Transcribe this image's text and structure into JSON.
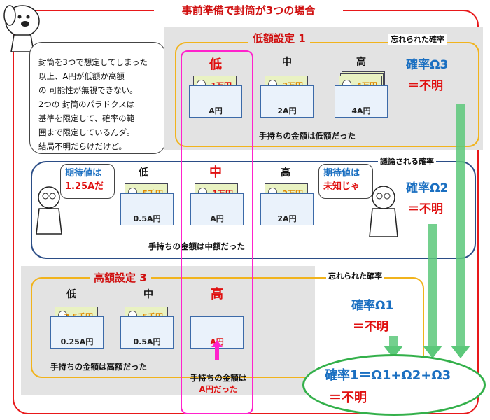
{
  "title": "事前準備で封筒が3つの場合",
  "narration": {
    "lines": [
      "封筒を3つで想定してしまった 以上、A円が低額か高額",
      "の 可能性が無視できない。",
      "2つの 封筒のパラドクスは",
      "基準を限定して、確率の範",
      "囲まで限定しているんダ。",
      "結局不明だらけだけど。"
    ]
  },
  "panel_low": {
    "title": "低額設定 1",
    "forgotten_label": "忘れられた確率",
    "levels": [
      "低",
      "中",
      "高"
    ],
    "envelopes": [
      {
        "bill": "1万円",
        "value": "A円"
      },
      {
        "bill": "2万円",
        "value": "2A円"
      },
      {
        "bill": "4万円",
        "value": "4A円"
      }
    ],
    "caption": "手持ちの金額は低額だった",
    "probability": "確率Ω3",
    "result": "＝不明"
  },
  "panel_mid": {
    "discussed_label": "議論される確率",
    "levels": [
      "低",
      "中",
      "高"
    ],
    "left_bubble": [
      "期待値は",
      "1.25Aだ"
    ],
    "right_bubble": [
      "期待値は",
      "未知じゃ"
    ],
    "envelopes": [
      {
        "bill": "5千円",
        "value": "0.5A円"
      },
      {
        "bill": "1万円",
        "value": "A円"
      },
      {
        "bill": "2万円",
        "value": "2A円"
      }
    ],
    "caption": "手持ちの金額は中額だった",
    "probability": "確率Ω2",
    "result": "＝不明"
  },
  "panel_high": {
    "title": "高額設定 3",
    "forgotten_label": "忘れられた確率",
    "levels": [
      "低",
      "中",
      "高"
    ],
    "envelopes": [
      {
        "bill": "2.5千円",
        "value": "0.25A円"
      },
      {
        "bill": "5千円",
        "value": "0.5A円"
      },
      {
        "bill": "",
        "value": "A円"
      }
    ],
    "caption": "手持ちの金額は高額だった",
    "pointer_caption": [
      "手持ちの金額は",
      "A円だった"
    ],
    "probability": "確率Ω1",
    "result": "＝不明"
  },
  "total": {
    "line1": "確率1＝Ω1+Ω2+Ω3",
    "line2": "＝不明"
  },
  "colors": {
    "red": "#e01010",
    "blue": "#1a6fc1",
    "green": "#5cc87a",
    "magenta": "#ff22cc",
    "yellow": "#f1b31c",
    "navy": "#2b4d86"
  }
}
